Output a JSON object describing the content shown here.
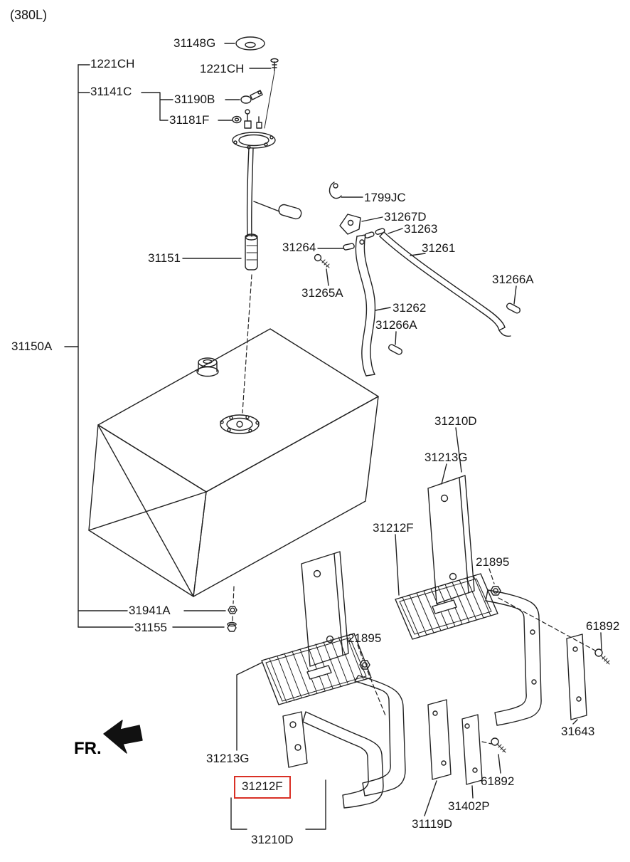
{
  "meta": {
    "capacity_note": "(380L)",
    "fr_label": "FR.",
    "highlight_color": "#d93025",
    "line_color": "#222222",
    "background": "#ffffff"
  },
  "labels": [
    {
      "text": "31148G"
    },
    {
      "text": "1221CH"
    },
    {
      "text": "1221CH"
    },
    {
      "text": "31141C"
    },
    {
      "text": "31190B"
    },
    {
      "text": "31181F"
    },
    {
      "text": "1799JC"
    },
    {
      "text": "31267D"
    },
    {
      "text": "31263"
    },
    {
      "text": "31264"
    },
    {
      "text": "31261"
    },
    {
      "text": "31151"
    },
    {
      "text": "31265A"
    },
    {
      "text": "31266A"
    },
    {
      "text": "31262"
    },
    {
      "text": "31266A"
    },
    {
      "text": "31150A"
    },
    {
      "text": "31210D"
    },
    {
      "text": "31213G"
    },
    {
      "text": "31212F"
    },
    {
      "text": "21895"
    },
    {
      "text": "31941A"
    },
    {
      "text": "31155"
    },
    {
      "text": "21895"
    },
    {
      "text": "61892"
    },
    {
      "text": "31643"
    },
    {
      "text": "31213G"
    },
    {
      "text": "31212F",
      "highlighted": true
    },
    {
      "text": "61892"
    },
    {
      "text": "31402P"
    },
    {
      "text": "31119D"
    },
    {
      "text": "31210D"
    }
  ]
}
